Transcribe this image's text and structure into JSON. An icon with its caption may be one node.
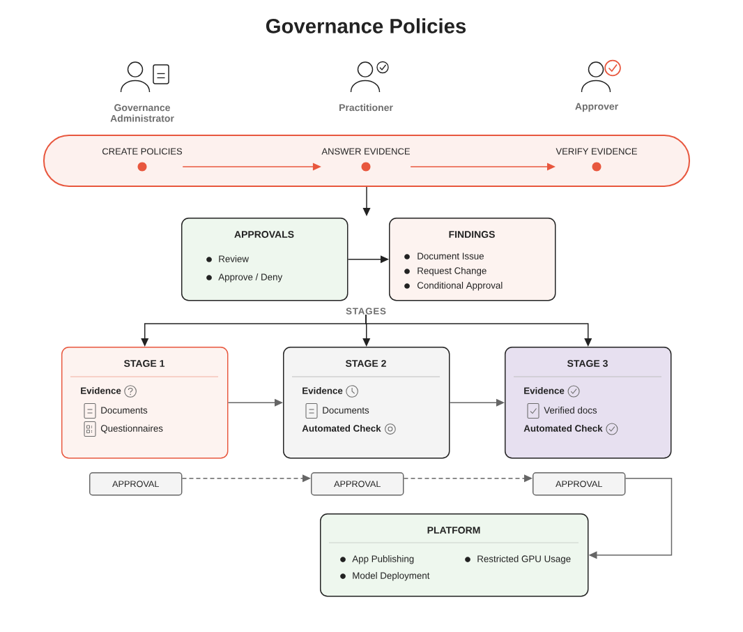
{
  "diagram": {
    "title": "Governance Policies",
    "nodes": [
      {
        "text": [],
        "shape": "band"
      },
      {
        "text": [
          "CREATE POLICIES"
        ],
        "in": 0
      },
      {
        "text": [
          "ANSWER EVIDENCE"
        ],
        "in": 0
      },
      {
        "text": [
          "VERIFY EVIDENCE"
        ],
        "in": 0
      },
      {
        "text": [
          "APPROVALS",
          "Review",
          "Approve / Deny"
        ]
      },
      {
        "text": [
          "FINDINGS",
          "Document Issue",
          "Request Change",
          "Conditional Approval"
        ]
      },
      {
        "text": [
          "STAGES"
        ]
      },
      {
        "text": [
          "STAGE 1",
          "Evidence",
          "Documents",
          "Questionnaires"
        ]
      },
      {
        "text": [
          "STAGE 2",
          "Evidence",
          "Documents",
          "Automated Check"
        ]
      },
      {
        "text": [
          "STAGE 3",
          "Evidence",
          "Verified docs",
          "Automated Check"
        ]
      },
      {
        "text": [
          "APPROVAL"
        ]
      },
      {
        "text": [
          "APPROVAL"
        ]
      },
      {
        "text": [
          "APPROVAL"
        ]
      },
      {
        "text": [
          "PLATFORM",
          "App Publishing",
          "Restricted GPU Usage",
          "Model Deployment"
        ]
      }
    ],
    "edges": [
      {
        "from": 1,
        "to": 2,
        "arrow": "to",
        "color": "#e8573e"
      },
      {
        "from": 2,
        "to": 3,
        "arrow": "to",
        "color": "#e8573e"
      },
      {
        "from": 0,
        "to": null,
        "arrow": "to"
      },
      {
        "from": 4,
        "to": 5,
        "arrow": "to"
      },
      {
        "from": 6,
        "to": 7,
        "arrow": "to"
      },
      {
        "from": 6,
        "to": 8,
        "arrow": "to"
      },
      {
        "from": 6,
        "to": 9,
        "arrow": "to"
      },
      {
        "from": 7,
        "to": 8,
        "arrow": "to",
        "color": "#666666"
      },
      {
        "from": 8,
        "to": 9,
        "arrow": "to",
        "color": "#666666"
      },
      {
        "from": 10,
        "to": 11,
        "arrow": "to",
        "style": "dashed",
        "color": "#666666"
      },
      {
        "from": 11,
        "to": 12,
        "arrow": "to",
        "style": "dashed",
        "color": "#666666"
      },
      {
        "from": 12,
        "to": 13,
        "arrow": "to",
        "color": "#666666"
      }
    ],
    "labels": [
      "Governance Administrator",
      "Practitioner",
      "Approver"
    ]
  }
}
